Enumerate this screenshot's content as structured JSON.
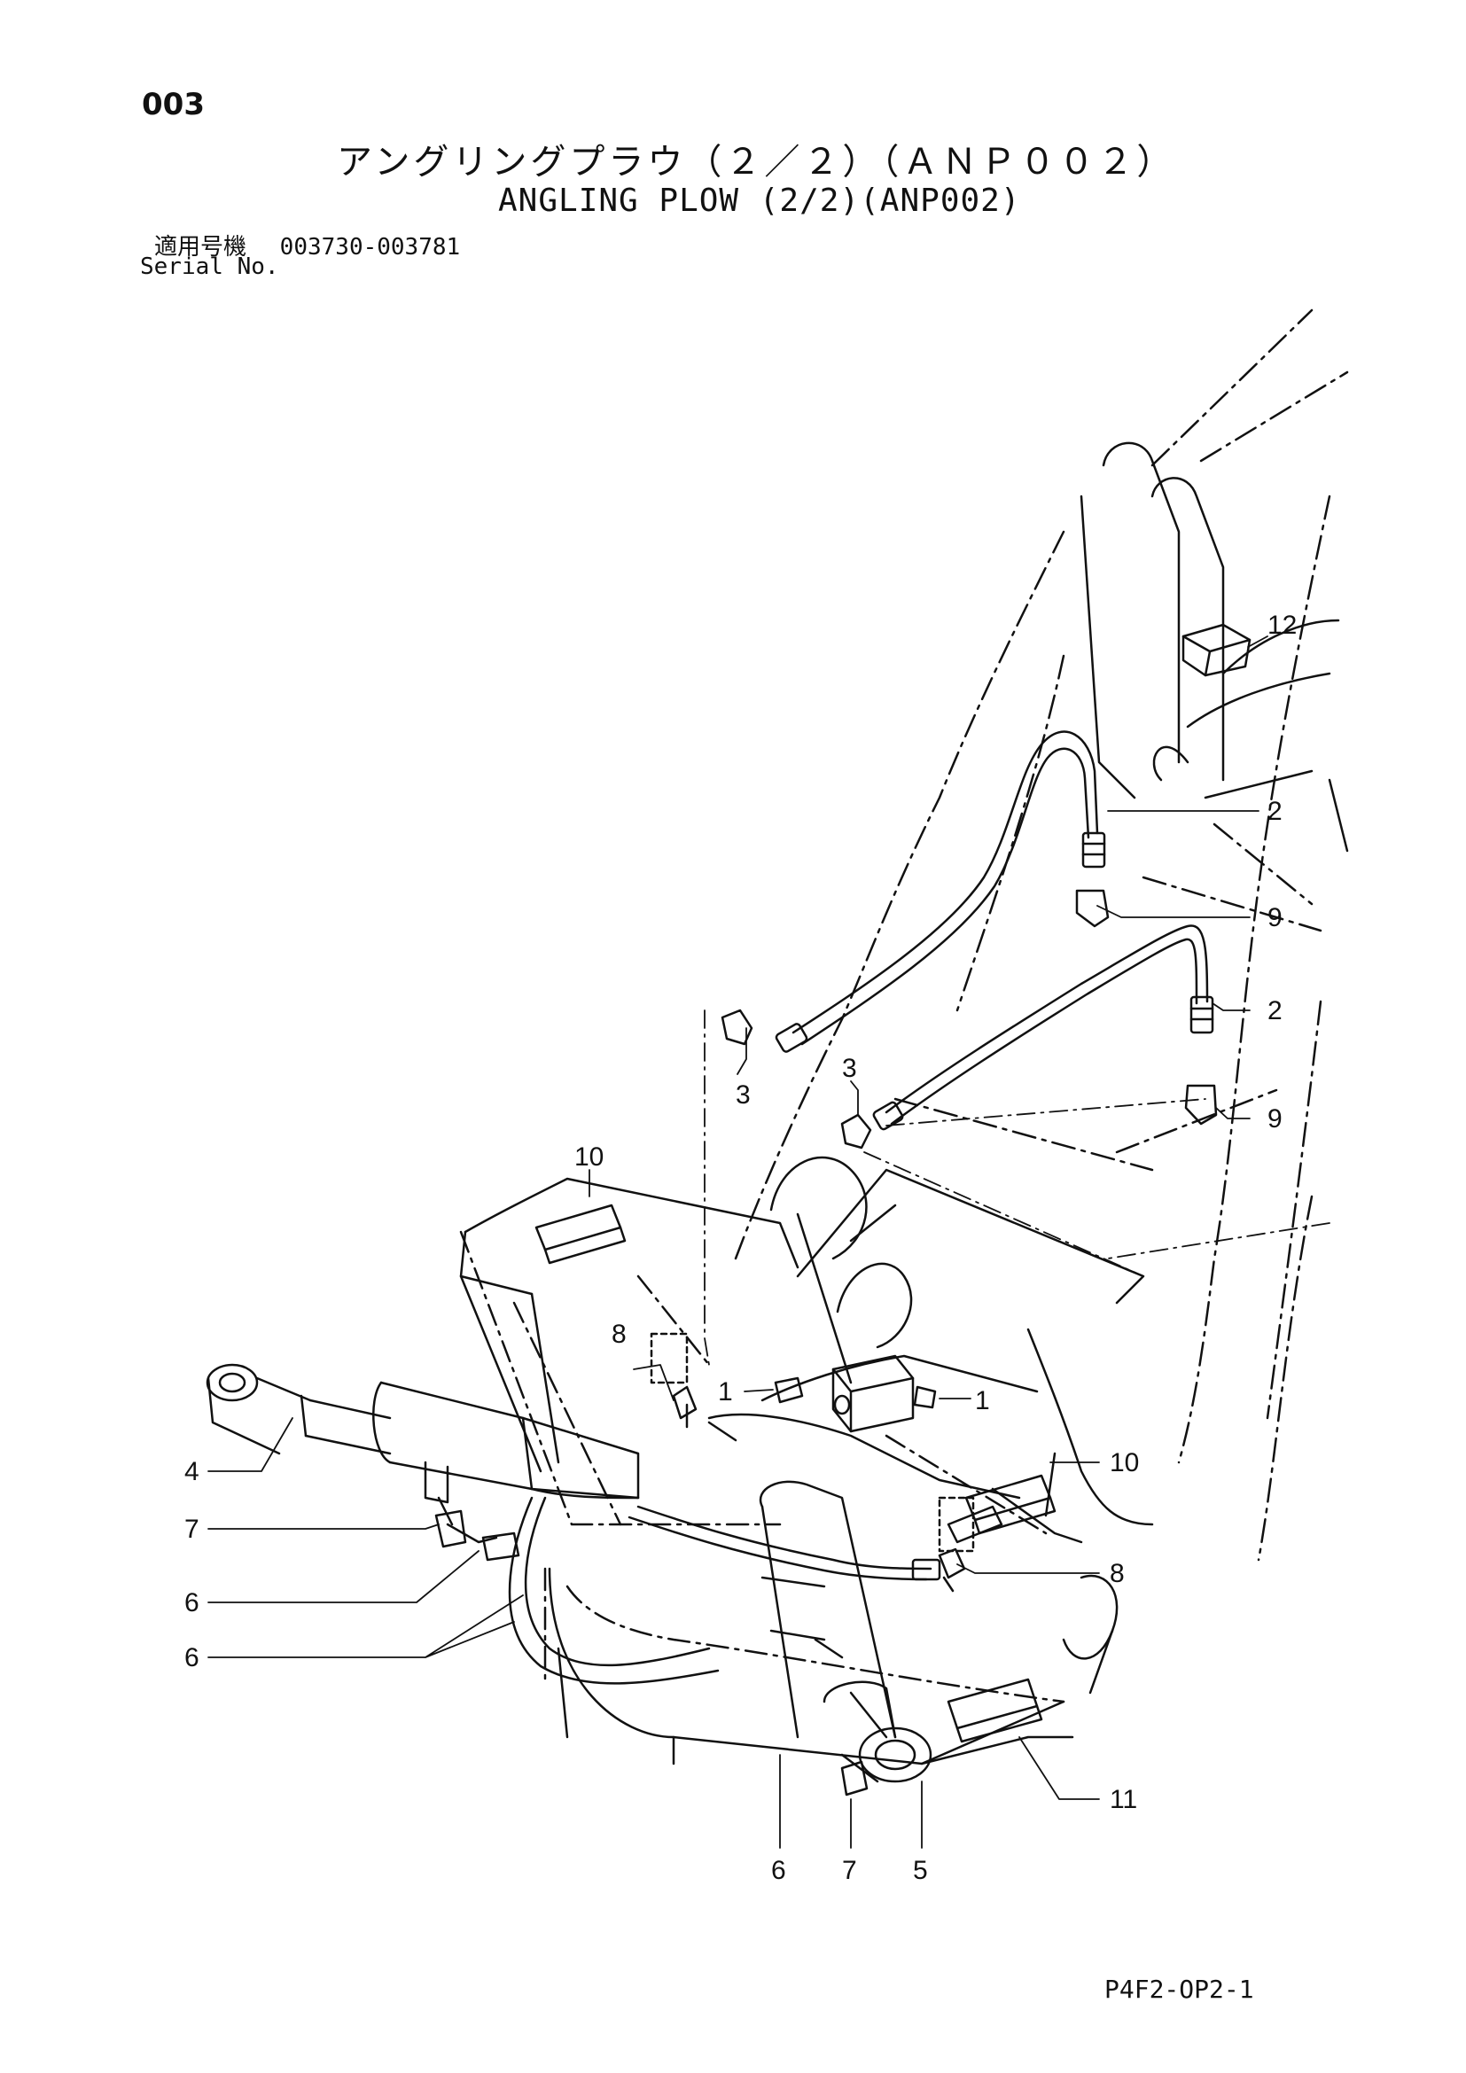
{
  "header": {
    "page_number": "003",
    "title_japanese": "アングリングプラウ（２／２）（ＡＮＰ００２）",
    "title_english": "ANGLING PLOW (2/2)(ANP002)",
    "serial_label_japanese": "適用号機",
    "serial_range": "003730-003781",
    "serial_label_english": "Serial No."
  },
  "callouts": [
    "12",
    "2",
    "9",
    "2",
    "3",
    "9",
    "3",
    "10",
    "8",
    "1",
    "1",
    "10",
    "4",
    "7",
    "8",
    "6",
    "6",
    "11",
    "6",
    "7",
    "5"
  ],
  "footer": {
    "document_code": "P4F2-OP2-1"
  }
}
